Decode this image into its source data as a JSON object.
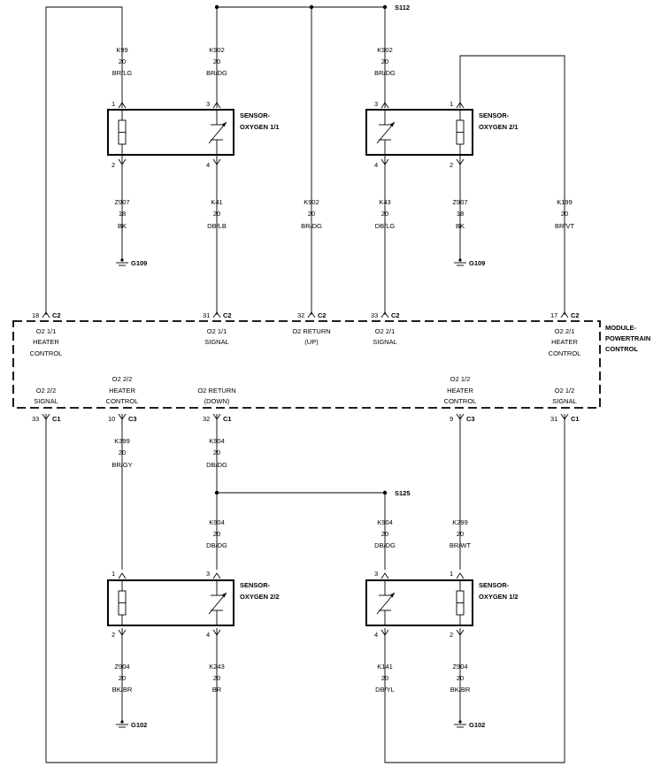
{
  "splices": {
    "s112": "S112",
    "s125": "S125"
  },
  "grounds": {
    "g109": "G109",
    "g102": "G102"
  },
  "connector_tags": {
    "c1": "C1",
    "c2": "C2",
    "c3": "C3"
  },
  "components": {
    "sensor_1_1": {
      "line1": "SENSOR-",
      "line2": "OXYGEN 1/1"
    },
    "sensor_2_1": {
      "line1": "SENSOR-",
      "line2": "OXYGEN 2/1"
    },
    "sensor_2_2": {
      "line1": "SENSOR-",
      "line2": "OXYGEN 2/2"
    },
    "sensor_1_2": {
      "line1": "SENSOR-",
      "line2": "OXYGEN 1/2"
    },
    "pcm": {
      "line1": "MODULE-",
      "line2": "POWERTRAIN",
      "line3": "CONTROL"
    }
  },
  "sensor_pins": {
    "s11_p1": "1",
    "s11_p3": "3",
    "s11_p2": "2",
    "s11_p4": "4",
    "s21_p3": "3",
    "s21_p1": "1",
    "s21_p4": "4",
    "s21_p2": "2",
    "s22_p1": "1",
    "s22_p3": "3",
    "s22_p2": "2",
    "s22_p4": "4",
    "s12_p3": "3",
    "s12_p1": "1",
    "s12_p4": "4",
    "s12_p2": "2"
  },
  "wires": {
    "k99": {
      "circuit": "K99",
      "gauge": "20",
      "color": "BR/LG"
    },
    "k902a": {
      "circuit": "K902",
      "gauge": "20",
      "color": "BR/DG"
    },
    "k902b": {
      "circuit": "K902",
      "gauge": "20",
      "color": "BR/DG"
    },
    "k902c": {
      "circuit": "K902",
      "gauge": "20",
      "color": "BR/DG"
    },
    "z907a": {
      "circuit": "Z907",
      "gauge": "18",
      "color": "BK"
    },
    "k41": {
      "circuit": "K41",
      "gauge": "20",
      "color": "DB/LB"
    },
    "k43": {
      "circuit": "K43",
      "gauge": "20",
      "color": "DB/LG"
    },
    "z907b": {
      "circuit": "Z907",
      "gauge": "18",
      "color": "BK"
    },
    "k199": {
      "circuit": "K199",
      "gauge": "20",
      "color": "BR/VT"
    },
    "k399": {
      "circuit": "K399",
      "gauge": "20",
      "color": "BR/GY"
    },
    "k904a": {
      "circuit": "K904",
      "gauge": "20",
      "color": "DB/DG"
    },
    "k904b": {
      "circuit": "K904",
      "gauge": "20",
      "color": "DB/DG"
    },
    "k904c": {
      "circuit": "K904",
      "gauge": "20",
      "color": "DB/DG"
    },
    "k299": {
      "circuit": "K299",
      "gauge": "20",
      "color": "BR/WT"
    },
    "z904a": {
      "circuit": "Z904",
      "gauge": "20",
      "color": "BK/BR"
    },
    "k243": {
      "circuit": "K243",
      "gauge": "20",
      "color": "BR"
    },
    "k141": {
      "circuit": "K141",
      "gauge": "20",
      "color": "DB/YL"
    },
    "z904b": {
      "circuit": "Z904",
      "gauge": "20",
      "color": "BK/BR"
    }
  },
  "pcm_pins": {
    "top_18": {
      "num": "18",
      "conn": "C2",
      "l1": "O2 1/1",
      "l2": "HEATER",
      "l3": "CONTROL"
    },
    "top_31": {
      "num": "31",
      "conn": "C2",
      "l1": "O2 1/1",
      "l2": "SIGNAL"
    },
    "top_32": {
      "num": "32",
      "conn": "C2",
      "l1": "O2 RETURN",
      "l2": "(UP)"
    },
    "top_33": {
      "num": "33",
      "conn": "C2",
      "l1": "O2 2/1",
      "l2": "SIGNAL"
    },
    "top_17": {
      "num": "17",
      "conn": "C2",
      "l1": "O2 2/1",
      "l2": "HEATER",
      "l3": "CONTROL"
    },
    "bot_33": {
      "num": "33",
      "conn": "C1",
      "l1": "O2 2/2",
      "l2": "SIGNAL"
    },
    "bot_10": {
      "num": "10",
      "conn": "C3",
      "l1": "O2 2/2",
      "l2": "HEATER",
      "l3": "CONTROL"
    },
    "bot_32": {
      "num": "32",
      "conn": "C1",
      "l1": "O2 RETURN",
      "l2": "(DOWN)"
    },
    "bot_9": {
      "num": "9",
      "conn": "C3",
      "l1": "O2 1/2",
      "l2": "HEATER",
      "l3": "CONTROL"
    },
    "bot_31": {
      "num": "31",
      "conn": "C1",
      "l1": "O2 1/2",
      "l2": "SIGNAL"
    }
  }
}
